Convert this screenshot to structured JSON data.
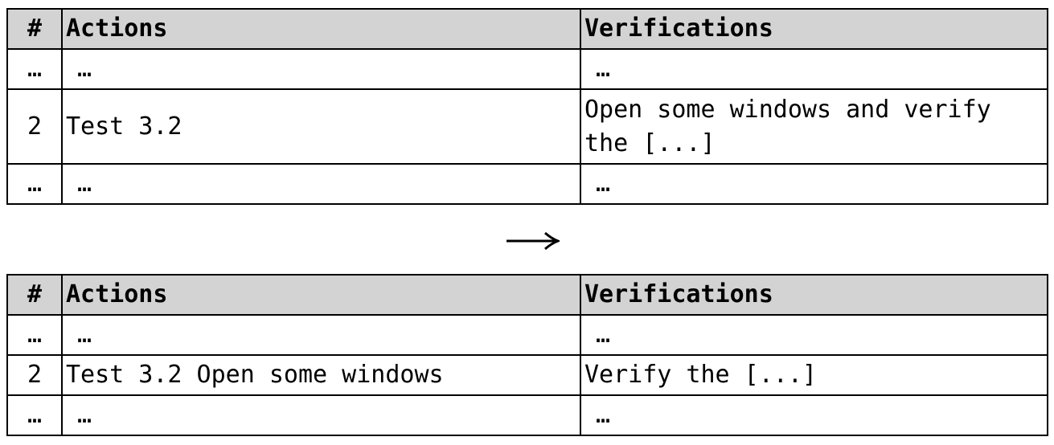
{
  "before": {
    "headers": {
      "num": "#",
      "actions": "Actions",
      "verifications": "Verifications"
    },
    "rows": [
      {
        "num": "…",
        "actions": "…",
        "verifications": "…"
      },
      {
        "num": "2",
        "actions": "Test 3.2",
        "verifications": "Open some windows and verify the [...]"
      },
      {
        "num": "…",
        "actions": "…",
        "verifications": "…"
      }
    ]
  },
  "arrow_icon": "right-arrow-icon",
  "after": {
    "headers": {
      "num": "#",
      "actions": "Actions",
      "verifications": "Verifications"
    },
    "rows": [
      {
        "num": "…",
        "actions": "…",
        "verifications": "…"
      },
      {
        "num": "2",
        "actions": "Test 3.2 Open some windows",
        "verifications": "Verify the [...]"
      },
      {
        "num": "…",
        "actions": "…",
        "verifications": "…"
      }
    ]
  },
  "colors": {
    "header_bg": "#d3d3d3",
    "border": "#000000"
  }
}
